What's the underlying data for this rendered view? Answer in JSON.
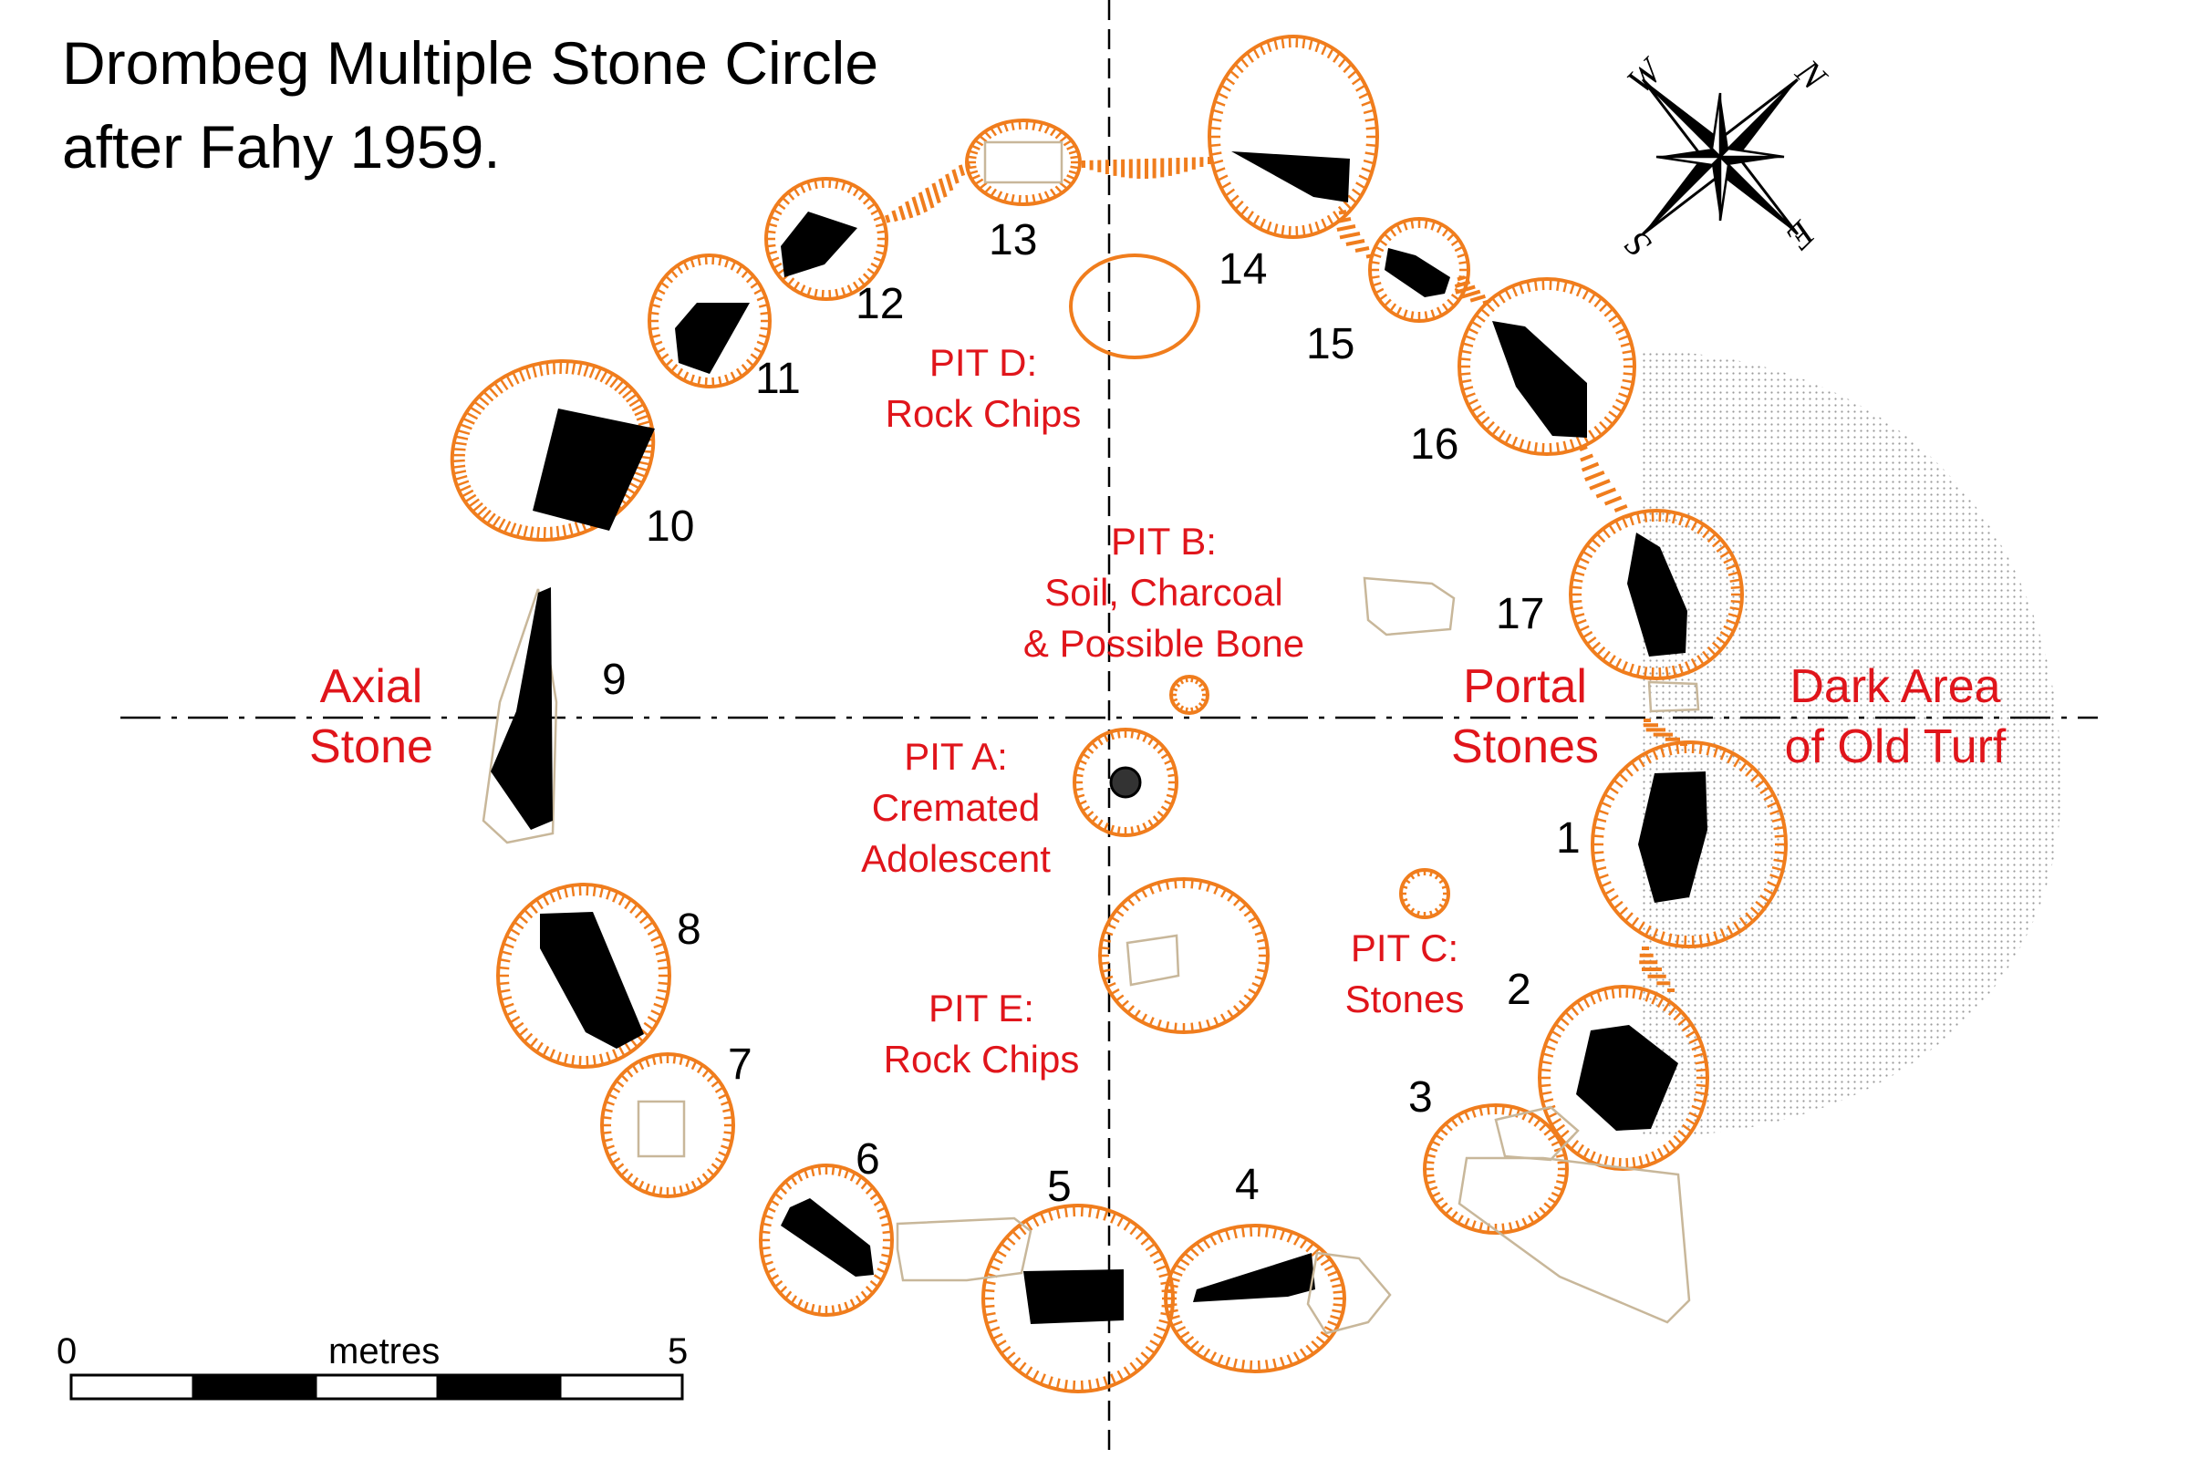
{
  "title_line1": "Drombeg Multiple Stone Circle",
  "title_line2": "after Fahy 1959.",
  "stone_numbers": [
    "1",
    "2",
    "3",
    "4",
    "5",
    "6",
    "7",
    "8",
    "9",
    "10",
    "11",
    "12",
    "13",
    "14",
    "15",
    "16",
    "17"
  ],
  "labels": {
    "axial_line1": "Axial",
    "axial_line2": "Stone",
    "portal_line1": "Portal",
    "portal_line2": "Stones",
    "dark_line1": "Dark Area",
    "dark_line2": "of Old Turf",
    "pit_a_line1": "PIT A:",
    "pit_a_line2": "Cremated",
    "pit_a_line3": "Adolescent",
    "pit_b_line1": "PIT B:",
    "pit_b_line2": "Soil, Charcoal",
    "pit_b_line3": "& Possible Bone",
    "pit_c_line1": "PIT C:",
    "pit_c_line2": "Stones",
    "pit_d_line1": "PIT D:",
    "pit_d_line2": "Rock Chips",
    "pit_e_line1": "PIT E:",
    "pit_e_line2": "Rock Chips"
  },
  "scale_bar": {
    "start_label": "0",
    "unit_label": "metres",
    "end_label": "5"
  },
  "compass": {
    "n": "N",
    "e": "E",
    "s": "S",
    "w": "W"
  },
  "colors": {
    "stone": "#000000",
    "packing_outline": "#c8b79a",
    "pit_outline": "#f07d1d",
    "label": "#e0151b",
    "turf": "#a8a8a8"
  }
}
